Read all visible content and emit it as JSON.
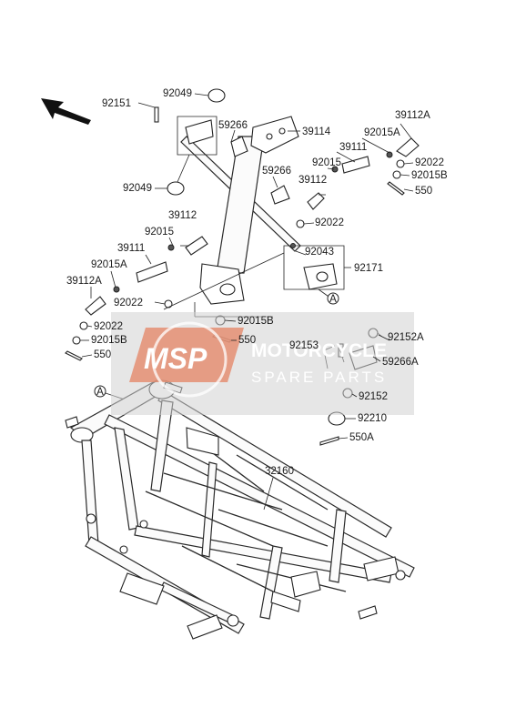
{
  "diagram": {
    "part_labels": {
      "p92151": "92151",
      "p92049_top": "92049",
      "p59266_top": "59266",
      "p39114": "39114",
      "p39112A_right": "39112A",
      "p92015A_right": "92015A",
      "p39111_right": "39111",
      "p92015_right": "92015",
      "p92022_right1": "92022",
      "p92015B_right": "92015B",
      "p550_right": "550",
      "p59266_mid": "59266",
      "p39112_right": "39112",
      "p92022_right2": "92022",
      "p92049_left": "92049",
      "p39112_left": "39112",
      "p92015_left": "92015",
      "p39111_left": "39111",
      "p92015A_left": "92015A",
      "p39112A_left": "39112A",
      "p92022_left1": "92022",
      "p92022_left2": "92022",
      "p92015B_left": "92015B",
      "p550_left": "550",
      "p92043": "92043",
      "p92171": "92171",
      "p92015B_center": "92015B",
      "p550_center": "550",
      "p92153": "92153",
      "p92152A": "92152A",
      "p59266A": "59266A",
      "p92152": "92152",
      "p92210": "92210",
      "p550A": "550A",
      "p32160": "32160",
      "ref_A1": "A",
      "ref_A2": "A"
    },
    "watermark": {
      "logo_text": "MSP",
      "brand_text": "MOTORCYCLE",
      "sub_text": "SPARE PARTS"
    },
    "colors": {
      "watermark_accent": "#e58a6b",
      "watermark_box": "#d2d2d2",
      "line": "#222222"
    }
  }
}
